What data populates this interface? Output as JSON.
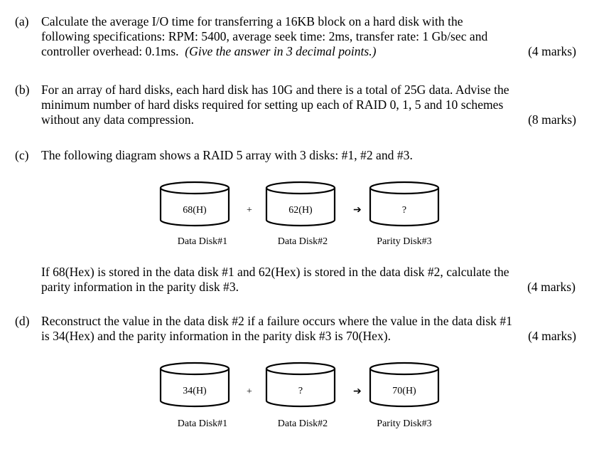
{
  "qa": {
    "label": "(a)",
    "lines": [
      "Calculate the average I/O time for transferring a 16KB block on a hard disk with the",
      "following specifications: RPM: 5400, average seek time: 2ms, transfer rate: 1 Gb/sec and"
    ],
    "last_plain": "controller overhead: 0.1ms.",
    "last_italic": "(Give the answer in 3 decimal points.)",
    "marks": "(4 marks)"
  },
  "qb": {
    "label": "(b)",
    "lines": [
      "For an array of hard disks, each hard disk has 10G and there is a total of 25G data. Advise the",
      "minimum number of hard disks required for setting up each of RAID 0, 1, 5 and 10 schemes"
    ],
    "last": "without any data compression.",
    "marks": "(8 marks)"
  },
  "qc": {
    "label": "(c)",
    "text": "The following diagram shows a RAID 5 array with 3 disks: #1, #2 and #3.",
    "diagram": {
      "disk1": "68(H)",
      "plus": "+",
      "disk2": "62(H)",
      "arrow": "➔",
      "disk3": "?",
      "cap1": "Data Disk#1",
      "cap2": "Data Disk#2",
      "cap3": "Parity Disk#3"
    },
    "para_line1": "If 68(Hex) is stored in the data disk #1 and 62(Hex) is stored in the data disk #2, calculate the",
    "para_last": "parity information in the parity disk #3.",
    "marks": "(4 marks)"
  },
  "qd": {
    "label": "(d)",
    "lines": [
      "Reconstruct the value in the data disk #2 if a failure occurs where the value in the data disk #1"
    ],
    "last": "is 34(Hex) and the parity information in the parity disk #3 is 70(Hex).",
    "marks": "(4 marks)",
    "diagram": {
      "disk1": "34(H)",
      "plus": "+",
      "disk2": "?",
      "arrow": "➔",
      "disk3": "70(H)",
      "cap1": "Data Disk#1",
      "cap2": "Data Disk#2",
      "cap3": "Parity Disk#3"
    }
  }
}
